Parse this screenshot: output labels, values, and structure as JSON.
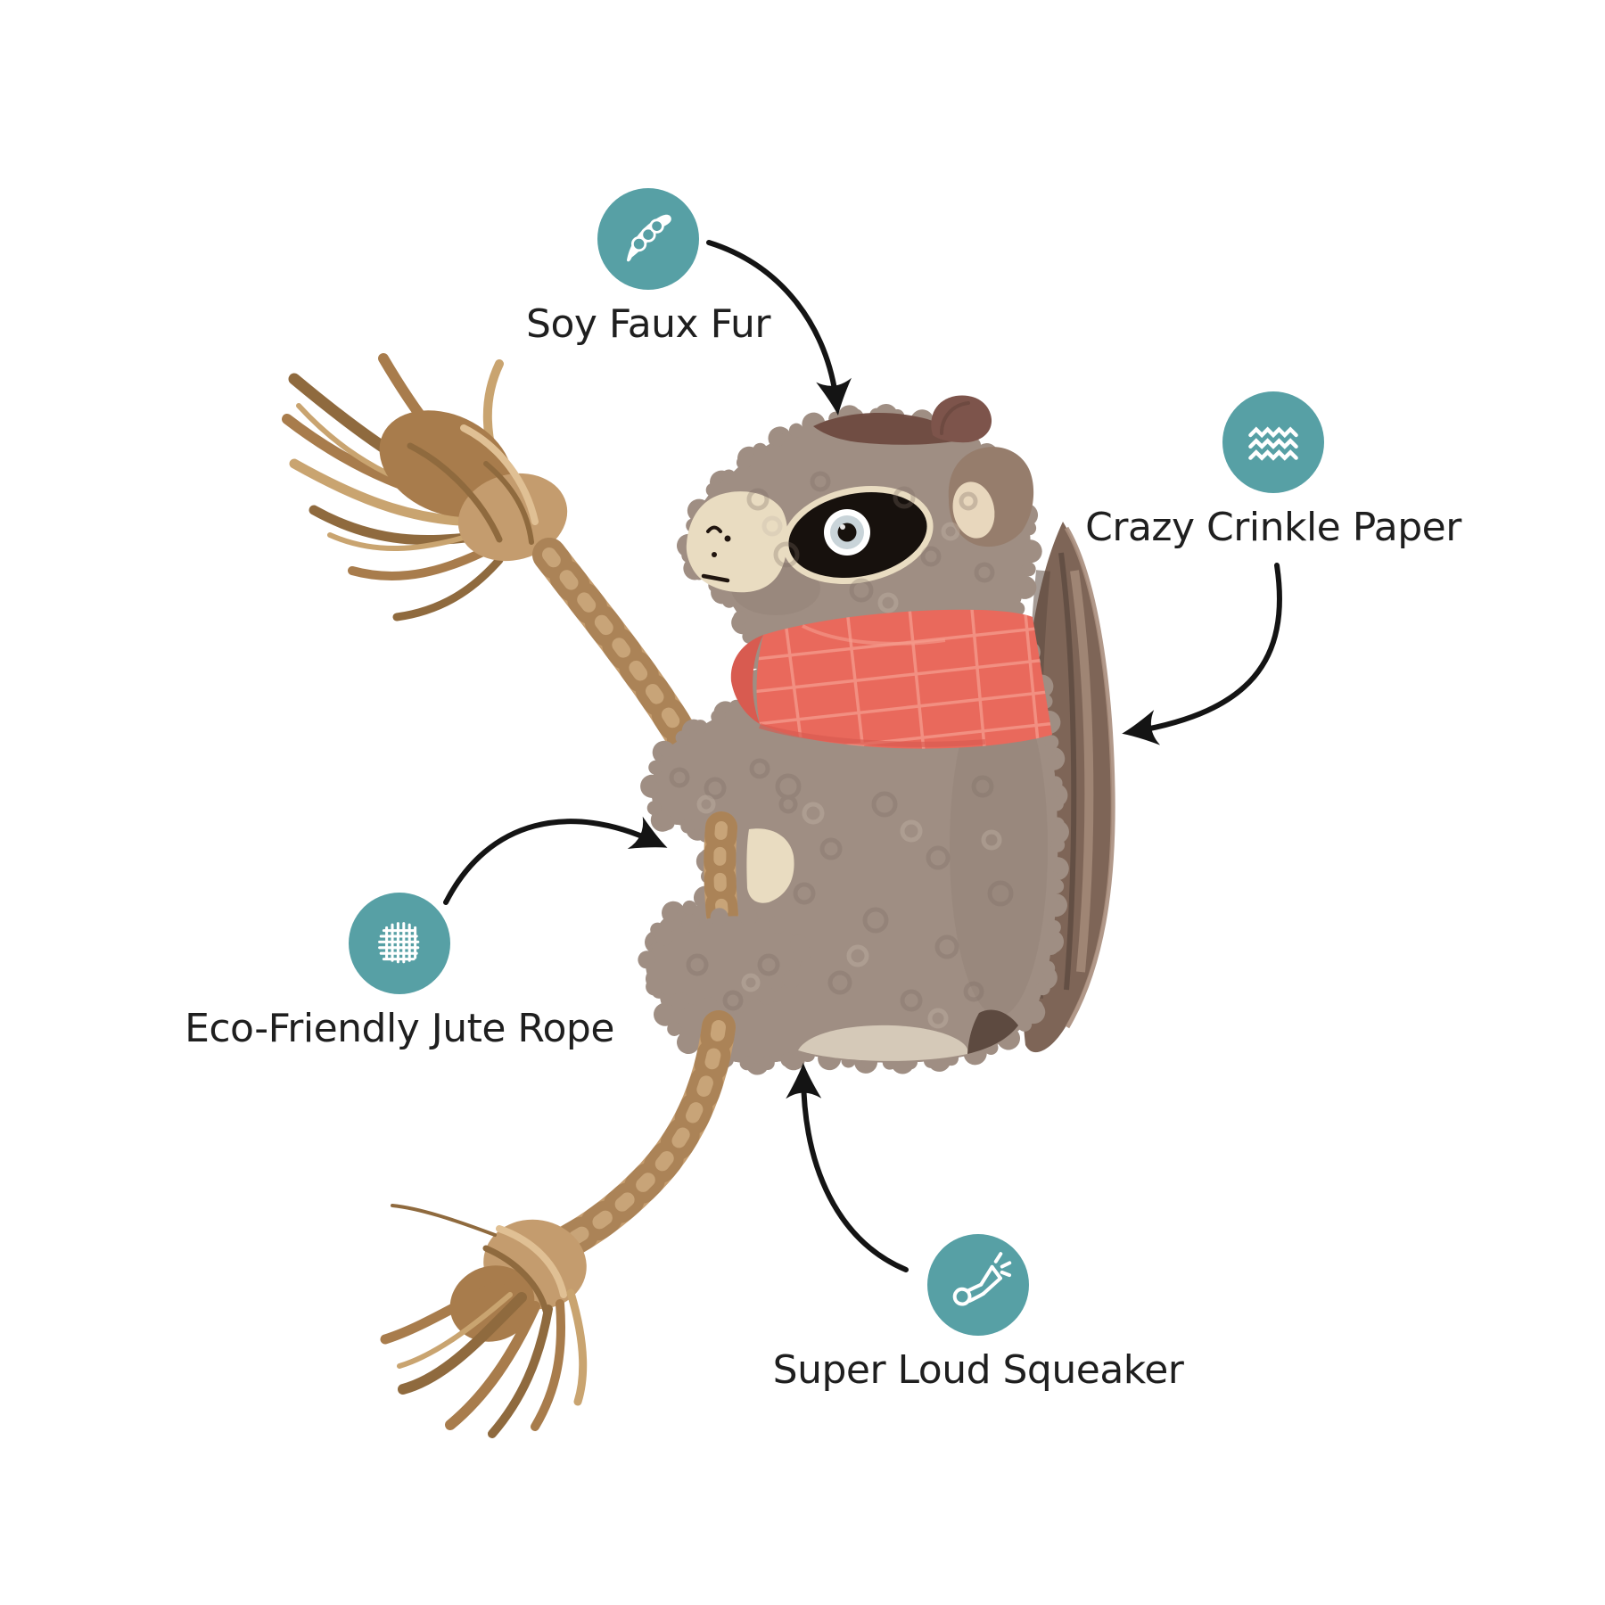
{
  "callouts": {
    "soy": {
      "label": "Soy Faux Fur",
      "icon": "soybean-pod-icon"
    },
    "crinkle": {
      "label": "Crazy Crinkle Paper",
      "icon": "crinkle-waves-icon"
    },
    "jute": {
      "label": "Eco-Friendly Jute Rope",
      "icon": "jute-weave-icon"
    },
    "squeaker": {
      "label": "Super Loud Squeaker",
      "icon": "squeaker-horn-icon"
    }
  },
  "colors": {
    "accent_teal": "#57a0a5",
    "icon_white": "#ffffff",
    "ink": "#1f1f1f",
    "arrow": "#141414",
    "background": "#ffffff",
    "fur": "#9f8e83",
    "fur_dark": "#7e6d63",
    "fur_light": "#c9b9ab",
    "cream": "#e9dcc1",
    "underside_cream": "#d8ccba",
    "bandana_red": "#e9695c",
    "bandana_fold": "#d85b50",
    "bandana_grid": "#f59c8e",
    "tail_brown": "#7e6557",
    "tail_dark": "#5d4a40",
    "tail_light": "#a88d7c",
    "rope_tan": "#c49c6e",
    "rope_dark": "#9b7347",
    "rope_light": "#e0c094",
    "tassel_brown": "#a87c4c",
    "tassel_dark": "#8f6a3e",
    "tassel_light": "#c9a470",
    "eye_patch_black": "#17110d",
    "eye_iris": "#c9d4d9",
    "cap_brown": "#6e4a41",
    "cap_light": "#7d544b",
    "ear_brown": "#967d6c",
    "ear_inner": "#e8d7bd",
    "stitch_black": "#20150f"
  }
}
